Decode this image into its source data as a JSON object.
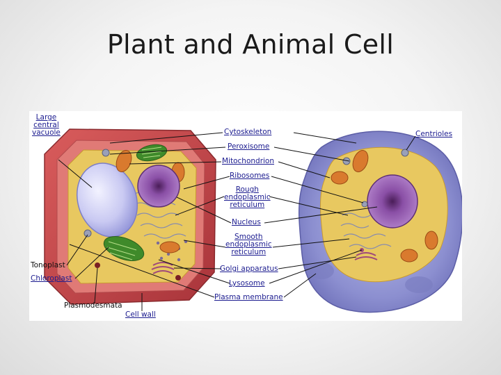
{
  "slide": {
    "title": "Plant and Animal Cell"
  },
  "diagram": {
    "labels": {
      "large_central_vacuole": "Large\ncentral\nvacuole",
      "cytoskeleton": "Cytoskeleton",
      "peroxisome": "Peroxisome",
      "mitochondrion": "Mitochondrion",
      "ribosomes": "Ribosomes",
      "rough_er": "Rough\nendoplasmic\nreticulum",
      "nucleus": "Nucleus",
      "smooth_er": "Smooth\nendoplasmic\nreticulum",
      "golgi": "Golgi apparatus",
      "lysosome": "Lysosome",
      "plasma_membrane": "Plasma membrane",
      "centrioles": "Centrioles",
      "tonoplast": "Tonoplast",
      "chloroplast": "Chloroplast",
      "plasmodesmata": "Plasmodesmata",
      "cell_wall": "Cell wall"
    },
    "colors": {
      "cell_wall": "#c8484a",
      "cytoplasm": "#e8c860",
      "vacuole": "#c9c9f2",
      "nucleus": "#8a4fa6",
      "chloroplast": "#3f8a2a",
      "mitochondrion": "#d97a2e",
      "animal_membrane": "#8c8fd0",
      "label_text": "#1b1b8f"
    }
  }
}
